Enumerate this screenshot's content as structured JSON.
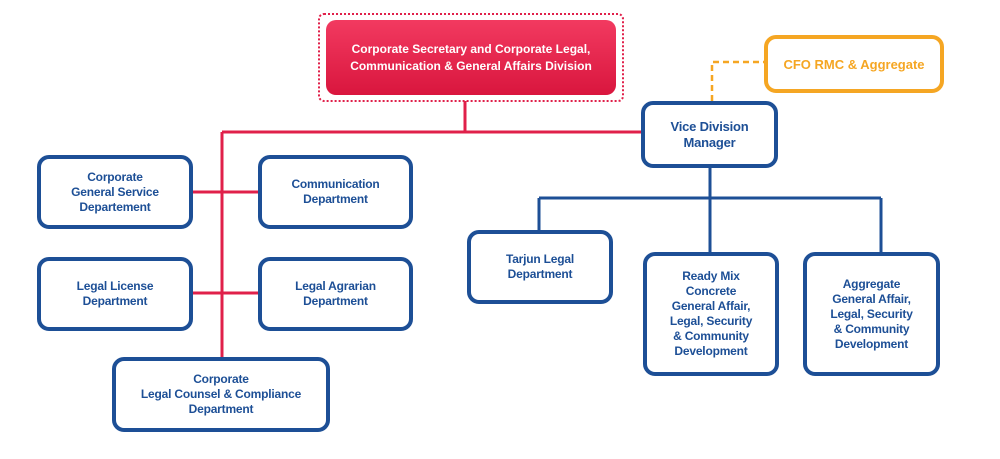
{
  "colors": {
    "primary": "#1d4f96",
    "accent": "#e0204a",
    "cfo": "#f5a623"
  },
  "top": {
    "label": "Corporate Secretary and Corporate Legal,\nCommunication & General Affairs Division"
  },
  "cfo": {
    "label": "CFO RMC & Aggregate"
  },
  "vice": {
    "label": "Vice Division\nManager"
  },
  "left_units": {
    "general_service": "Corporate\nGeneral Service\nDepartement",
    "communication": "Communication\nDepartment",
    "legal_license": "Legal License\nDepartment",
    "legal_agrarian": "Legal Agrarian\nDepartment",
    "legal_counsel": "Corporate\nLegal Counsel & Compliance\nDepartment"
  },
  "right_units": {
    "tarjun": "Tarjun Legal\nDepartment",
    "ready_mix": "Ready Mix\nConcrete\nGeneral Affair,\nLegal, Security\n& Community\nDevelopment",
    "aggregate": "Aggregate\nGeneral Affair,\nLegal, Security\n& Community\nDevelopment"
  }
}
